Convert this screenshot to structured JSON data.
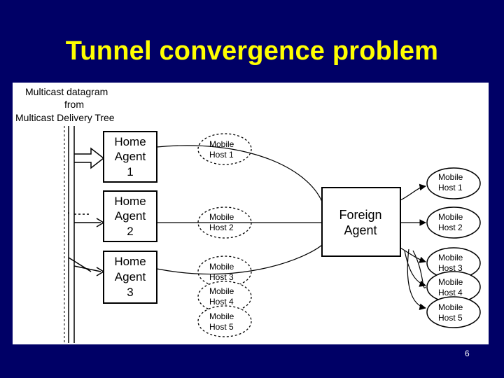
{
  "slide": {
    "title": "Tunnel convergence problem",
    "page_number": "6"
  },
  "diagram": {
    "source_label": [
      "Multicast datagram",
      "from",
      "Multicast Delivery Tree"
    ],
    "home_agents": [
      [
        "Home",
        "Agent",
        "1"
      ],
      [
        "Home",
        "Agent",
        "2"
      ],
      [
        "Home",
        "Agent",
        "3"
      ]
    ],
    "left_hosts": [
      [
        "Mobile",
        "Host 1"
      ],
      [
        "Mobile",
        "Host 2"
      ],
      [
        "Mobile",
        "Host 3"
      ],
      [
        "Mobile",
        "Host 4"
      ],
      [
        "Mobile",
        "Host 5"
      ]
    ],
    "foreign_agent": [
      "Foreign",
      "Agent"
    ],
    "right_hosts": [
      [
        "Mobile",
        "Host 1"
      ],
      [
        "Mobile",
        "Host 2"
      ],
      [
        "Mobile",
        "Host 3"
      ],
      [
        "Mobile",
        "Host 4"
      ],
      [
        "Mobile",
        "Host 5"
      ]
    ]
  }
}
